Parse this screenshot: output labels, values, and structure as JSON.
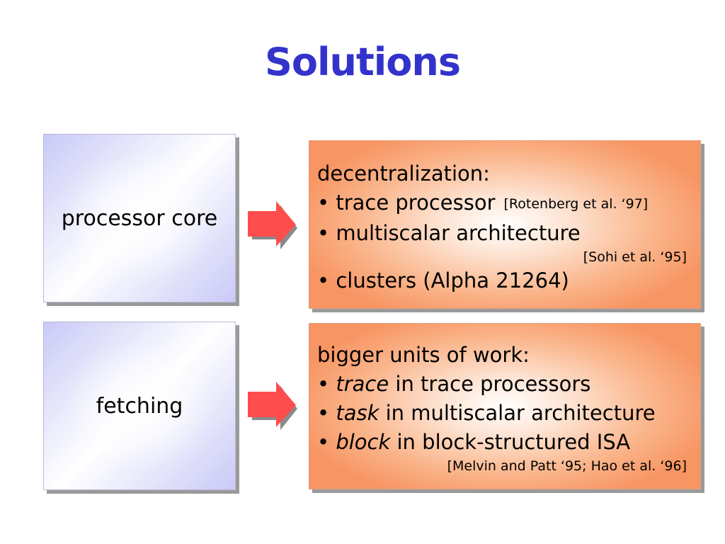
{
  "slide": {
    "title": "Solutions"
  },
  "rows": [
    {
      "left_label": "processor core",
      "heading": "decentralization:",
      "bullet_1": "trace processor",
      "bullet_1_cite": "[Rotenberg et al. ‘97]",
      "bullet_2": "multiscalar architecture",
      "bullet_2_cite": "[Sohi et al. ‘95]",
      "bullet_3": "clusters (Alpha 21264)"
    },
    {
      "left_label": "fetching",
      "heading": "bigger units of work:",
      "bullet_1_em": "trace",
      "bullet_1_rest": " in trace processors",
      "bullet_2_em": "task",
      "bullet_2_rest": " in multiscalar architecture",
      "bullet_3_em": "block",
      "bullet_3_rest": " in block-structured ISA",
      "cite": "[Melvin and Patt ‘95; Hao et al. ‘96]"
    }
  ],
  "bullet_char": "•",
  "colors": {
    "title": "#3333cc",
    "arrow": "#ff4d4d",
    "left_box": "#ccccf8",
    "right_box": "#f79563"
  }
}
